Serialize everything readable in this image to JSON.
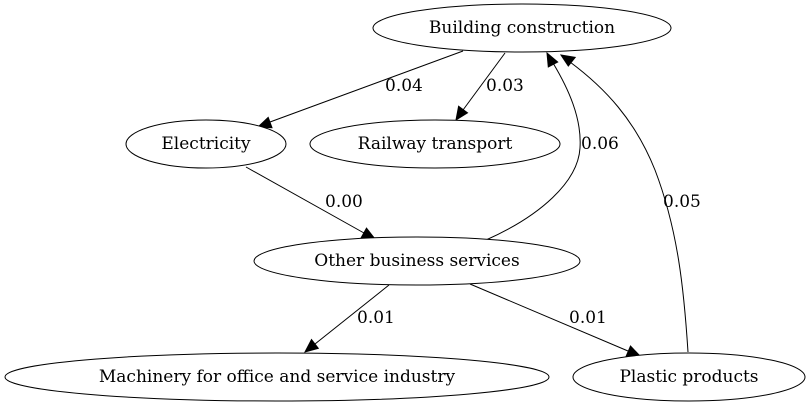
{
  "graph": {
    "nodes": [
      {
        "id": "building",
        "label": "Building construction"
      },
      {
        "id": "electricity",
        "label": "Electricity"
      },
      {
        "id": "railway",
        "label": "Railway transport"
      },
      {
        "id": "business",
        "label": "Other business services"
      },
      {
        "id": "machinery",
        "label": "Machinery for office and service industry"
      },
      {
        "id": "plastic",
        "label": "Plastic products"
      }
    ],
    "edges": [
      {
        "from": "building",
        "to": "electricity",
        "label": "0.04"
      },
      {
        "from": "building",
        "to": "railway",
        "label": "0.03"
      },
      {
        "from": "electricity",
        "to": "business",
        "label": "0.00"
      },
      {
        "from": "business",
        "to": "building",
        "label": "0.06"
      },
      {
        "from": "plastic",
        "to": "building",
        "label": "0.05"
      },
      {
        "from": "business",
        "to": "machinery",
        "label": "0.01"
      },
      {
        "from": "business",
        "to": "plastic",
        "label": "0.01"
      }
    ]
  }
}
